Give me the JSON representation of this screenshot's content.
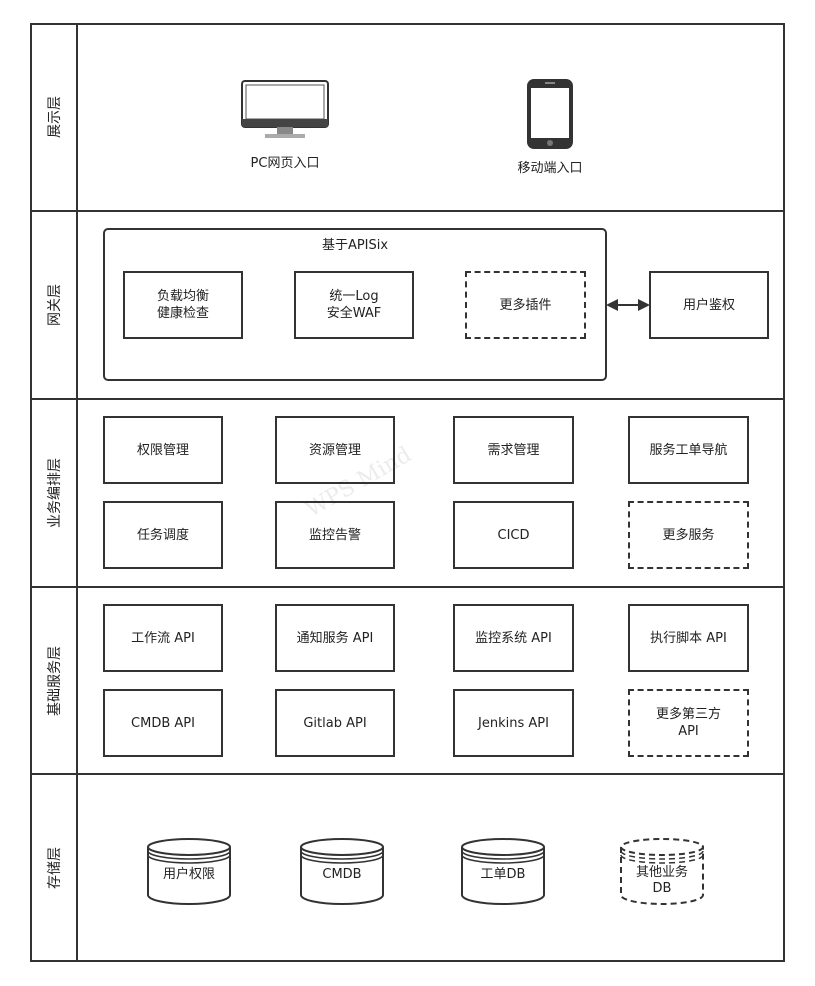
{
  "layers": [
    "展示层",
    "网关层",
    "业务编排层",
    "基础服务层",
    "存储层"
  ],
  "presentation": {
    "pc": "PC网页入口",
    "mobile": "移动端入口"
  },
  "gateway": {
    "title": "基于APISix",
    "boxes": [
      "负载均衡\n健康检查",
      "统一Log\n安全WAF",
      "更多插件"
    ],
    "auth": "用户鉴权"
  },
  "business": {
    "boxes": [
      "权限管理",
      "资源管理",
      "需求管理",
      "服务工单导航",
      "任务调度",
      "监控告警",
      "CICD",
      "更多服务"
    ]
  },
  "base": {
    "boxes": [
      "工作流 API",
      "通知服务 API",
      "监控系统 API",
      "执行脚本 API",
      "CMDB API",
      "Gitlab API",
      "Jenkins API",
      "更多第三方\nAPI"
    ]
  },
  "storage": {
    "dbs": [
      "用户权限",
      "CMDB",
      "工单DB",
      "其他业务\nDB"
    ]
  },
  "watermark": "WPS Mind"
}
